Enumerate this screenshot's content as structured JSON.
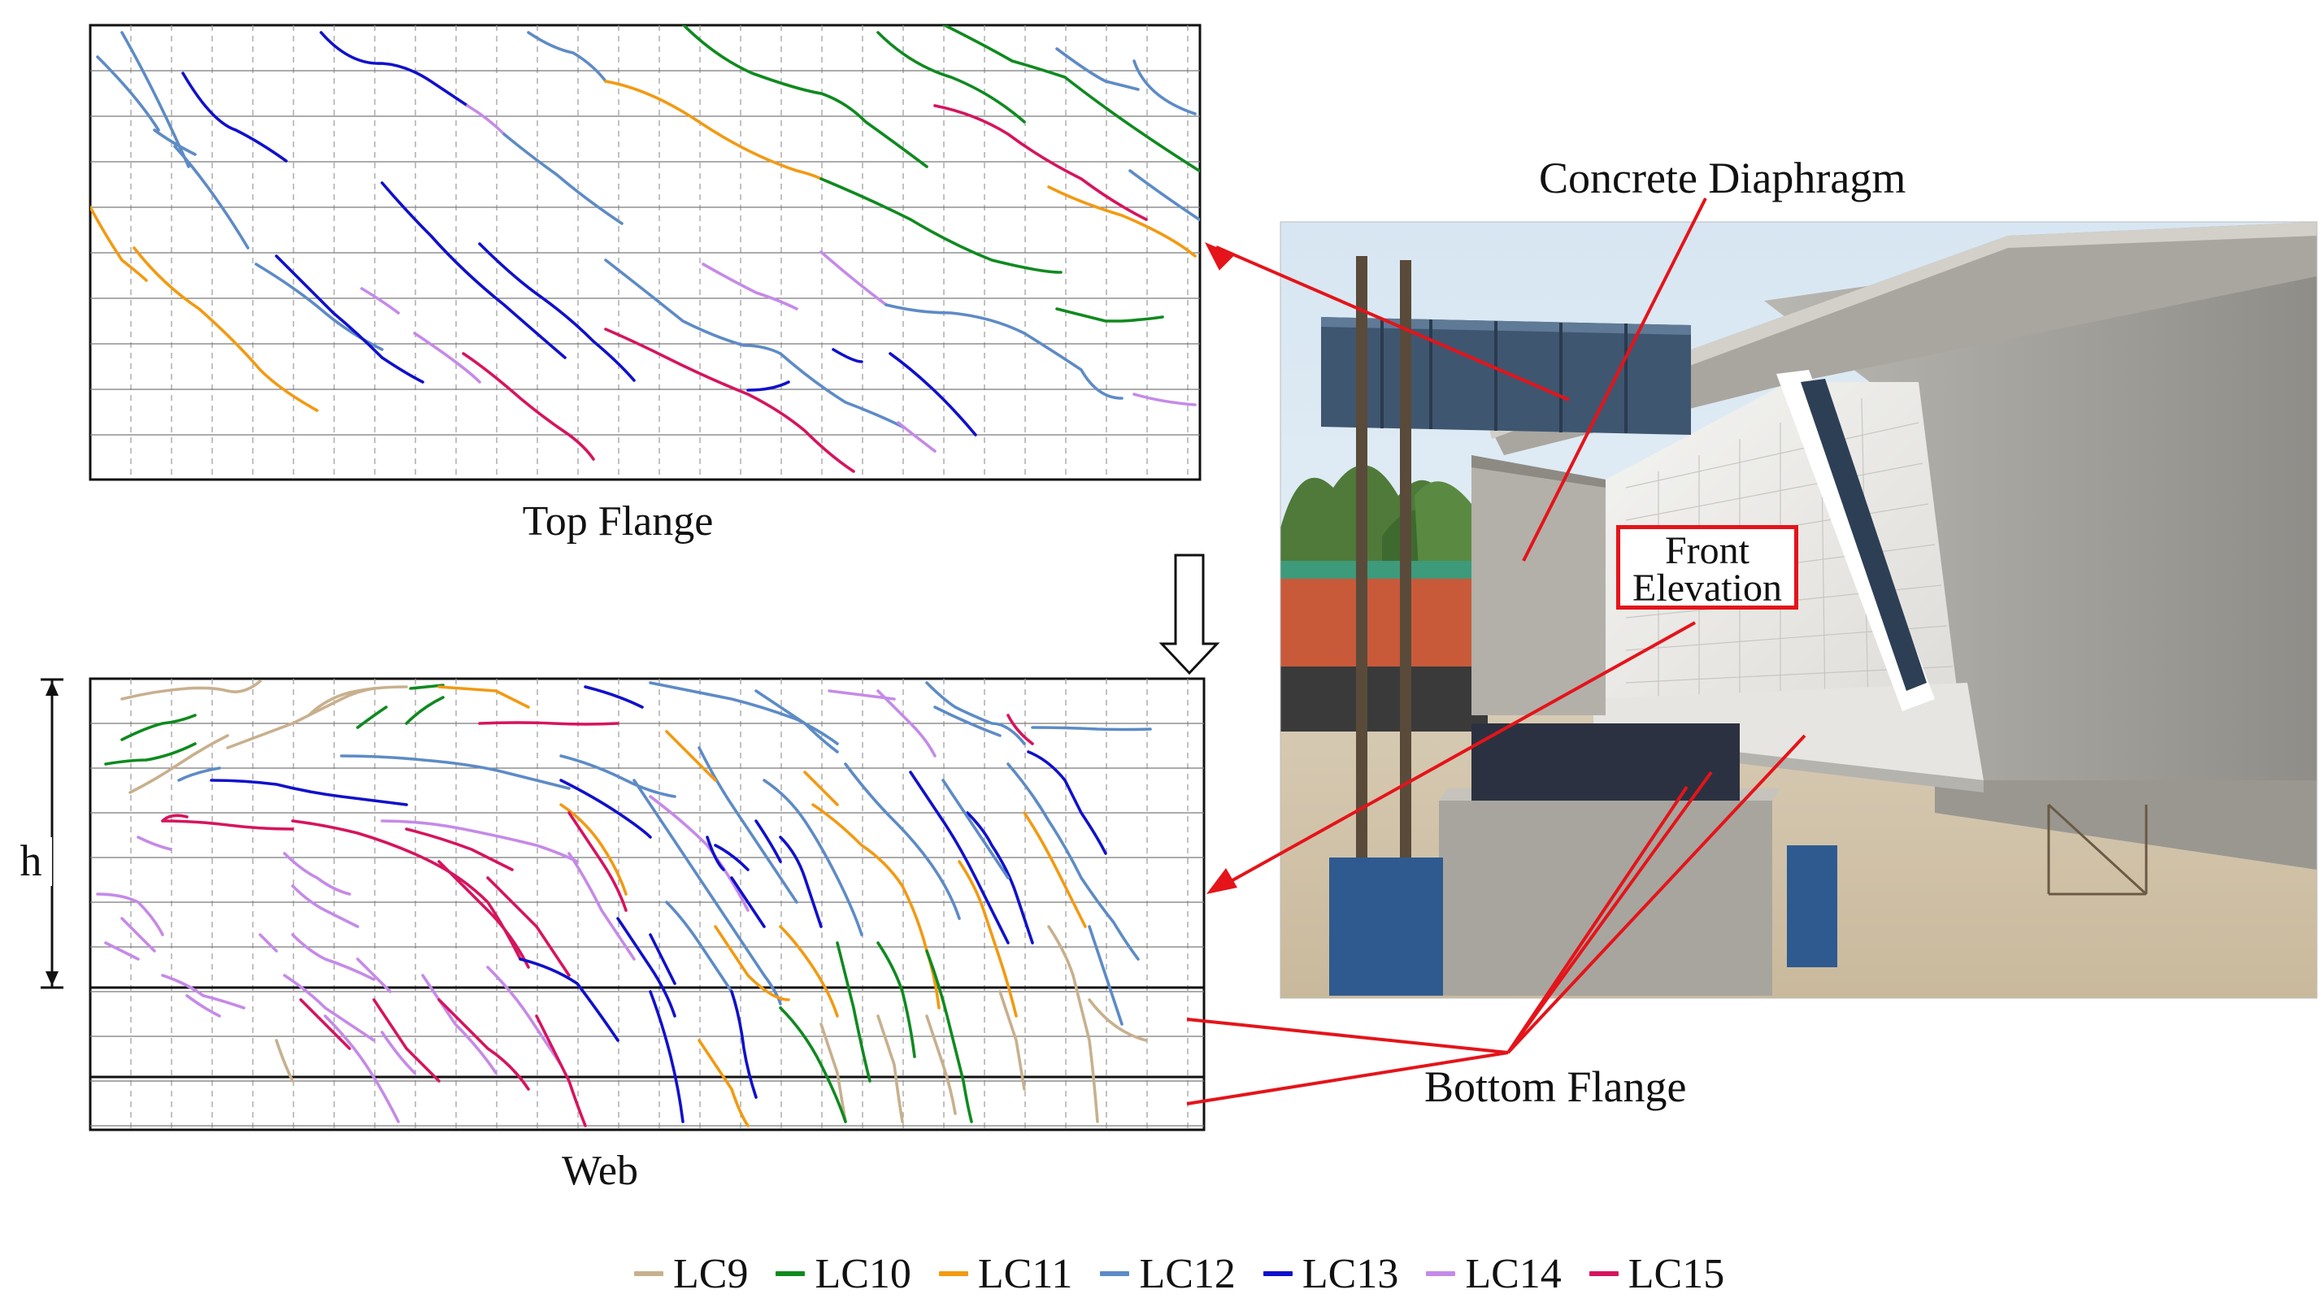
{
  "labels": {
    "top_flange": "Top Flange",
    "web": "Web",
    "height_symbol": "h",
    "concrete_diaphragm": "Concrete Diaphragm",
    "front_elevation_line1": "Front",
    "front_elevation_line2": "Elevation",
    "bottom_flange": "Bottom Flange"
  },
  "colors": {
    "LC9": "#c8b08e",
    "LC10": "#0f8a1f",
    "LC11": "#f29a12",
    "LC12": "#5d8bc6",
    "LC13": "#1010cc",
    "LC14": "#c58ae8",
    "LC15": "#d6145e",
    "annotation": "#e4141a"
  },
  "legend": [
    {
      "key": "LC9",
      "label": "LC9"
    },
    {
      "key": "LC10",
      "label": "LC10"
    },
    {
      "key": "LC11",
      "label": "LC11"
    },
    {
      "key": "LC12",
      "label": "LC12"
    },
    {
      "key": "LC13",
      "label": "LC13"
    },
    {
      "key": "LC14",
      "label": "LC14"
    },
    {
      "key": "LC15",
      "label": "LC15"
    }
  ]
}
